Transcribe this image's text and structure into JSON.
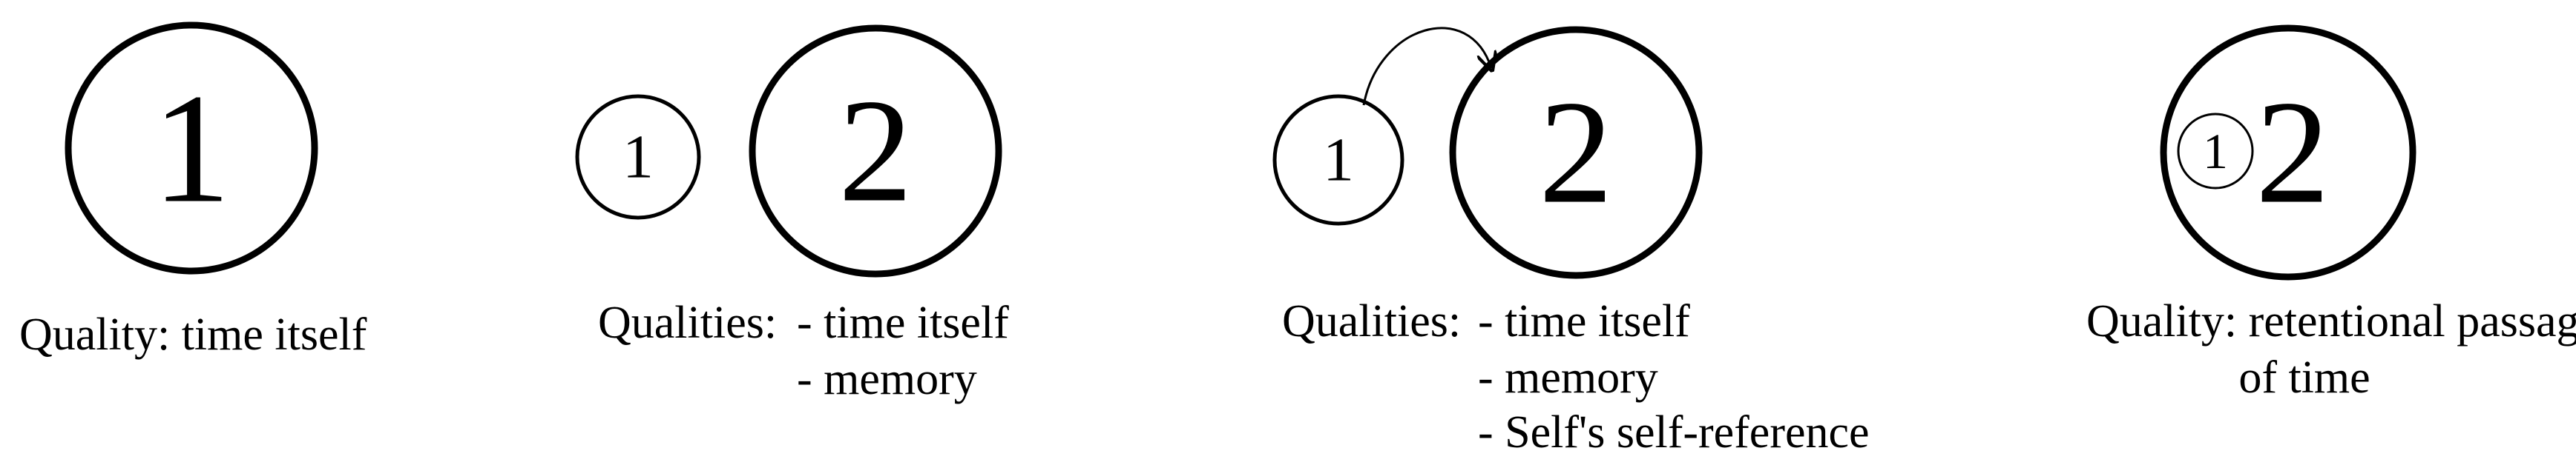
{
  "colors": {
    "background": "#ffffff",
    "ink": "#000000"
  },
  "panels": [
    {
      "id": "panel-1",
      "circles": [
        {
          "label": "1"
        }
      ],
      "caption": {
        "heading": "Quality: time itself",
        "items": []
      }
    },
    {
      "id": "panel-2",
      "circles": [
        {
          "label": "1"
        },
        {
          "label": "2"
        }
      ],
      "caption": {
        "heading": "Qualities:",
        "items": [
          "- time itself",
          "- memory"
        ]
      }
    },
    {
      "id": "panel-3",
      "circles": [
        {
          "label": "1"
        },
        {
          "label": "2"
        }
      ],
      "connector": {
        "type": "curved-arrow",
        "from": "1",
        "to": "2"
      },
      "caption": {
        "heading": "Qualities:",
        "items": [
          "- time itself",
          "- memory",
          "- Self's self-reference"
        ]
      }
    },
    {
      "id": "panel-4",
      "circles": [
        {
          "label": "2"
        },
        {
          "label": "1",
          "nested_inside": "2"
        }
      ],
      "caption": {
        "heading": "Quality: retentional passage",
        "items": [
          "of time"
        ]
      }
    }
  ]
}
